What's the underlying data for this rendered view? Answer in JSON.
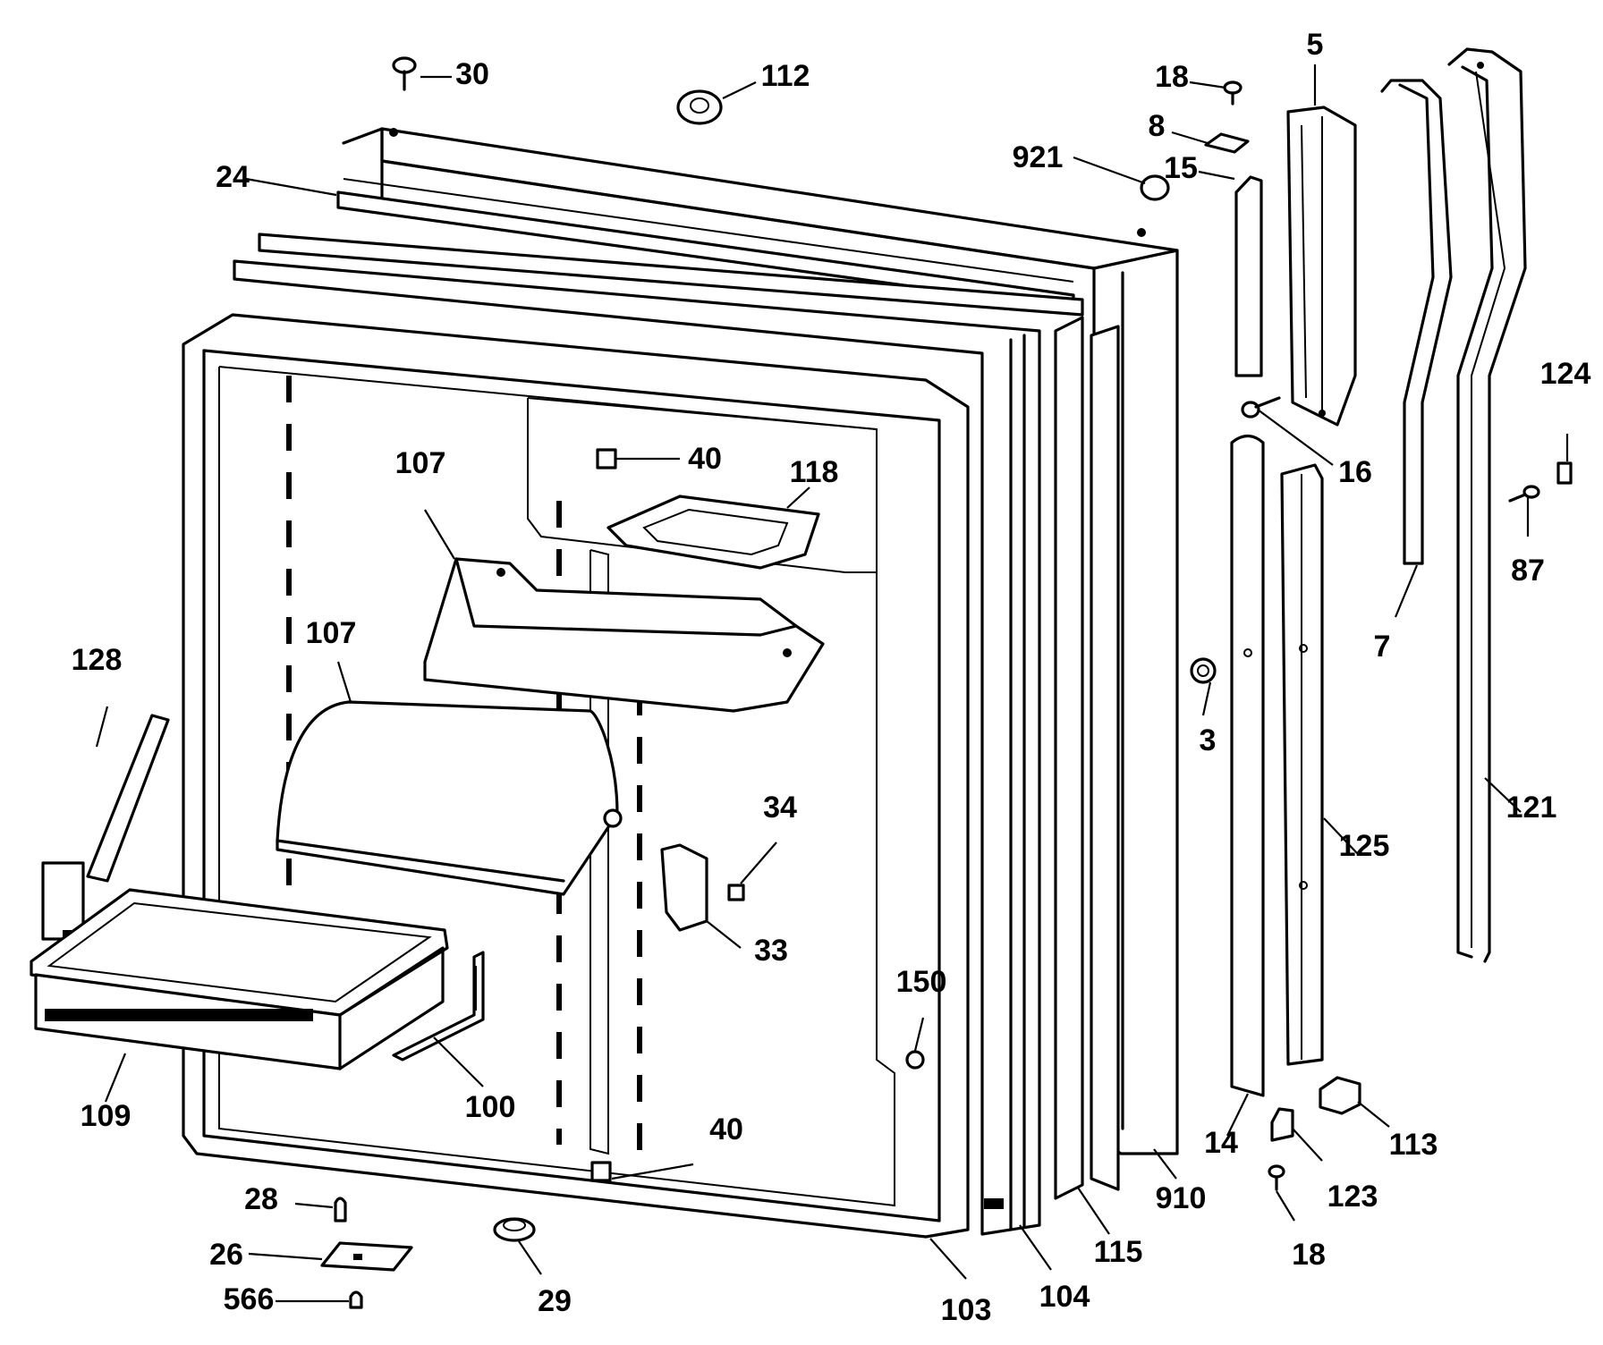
{
  "callouts": [
    {
      "id": "c30",
      "text": "30"
    },
    {
      "id": "c112",
      "text": "112"
    },
    {
      "id": "c18a",
      "text": "18"
    },
    {
      "id": "c5",
      "text": "5"
    },
    {
      "id": "c8",
      "text": "8"
    },
    {
      "id": "c921",
      "text": "921"
    },
    {
      "id": "c15",
      "text": "15"
    },
    {
      "id": "c24",
      "text": "24"
    },
    {
      "id": "c16",
      "text": "16"
    },
    {
      "id": "c124",
      "text": "124"
    },
    {
      "id": "c87",
      "text": "87"
    },
    {
      "id": "c7",
      "text": "7"
    },
    {
      "id": "c40a",
      "text": "40"
    },
    {
      "id": "c118",
      "text": "118"
    },
    {
      "id": "c107a",
      "text": "107"
    },
    {
      "id": "c107b",
      "text": "107"
    },
    {
      "id": "c128",
      "text": "128"
    },
    {
      "id": "c3",
      "text": "3"
    },
    {
      "id": "c34",
      "text": "34"
    },
    {
      "id": "c125",
      "text": "125"
    },
    {
      "id": "c121",
      "text": "121"
    },
    {
      "id": "c33",
      "text": "33"
    },
    {
      "id": "c150",
      "text": "150"
    },
    {
      "id": "c109",
      "text": "109"
    },
    {
      "id": "c100",
      "text": "100"
    },
    {
      "id": "c40b",
      "text": "40"
    },
    {
      "id": "c14",
      "text": "14"
    },
    {
      "id": "c113",
      "text": "113"
    },
    {
      "id": "c123",
      "text": "123"
    },
    {
      "id": "c28",
      "text": "28"
    },
    {
      "id": "c26",
      "text": "26"
    },
    {
      "id": "c566",
      "text": "566"
    },
    {
      "id": "c29",
      "text": "29"
    },
    {
      "id": "c103",
      "text": "103"
    },
    {
      "id": "c104",
      "text": "104"
    },
    {
      "id": "c115",
      "text": "115"
    },
    {
      "id": "c910",
      "text": "910"
    },
    {
      "id": "c18b",
      "text": "18"
    }
  ]
}
